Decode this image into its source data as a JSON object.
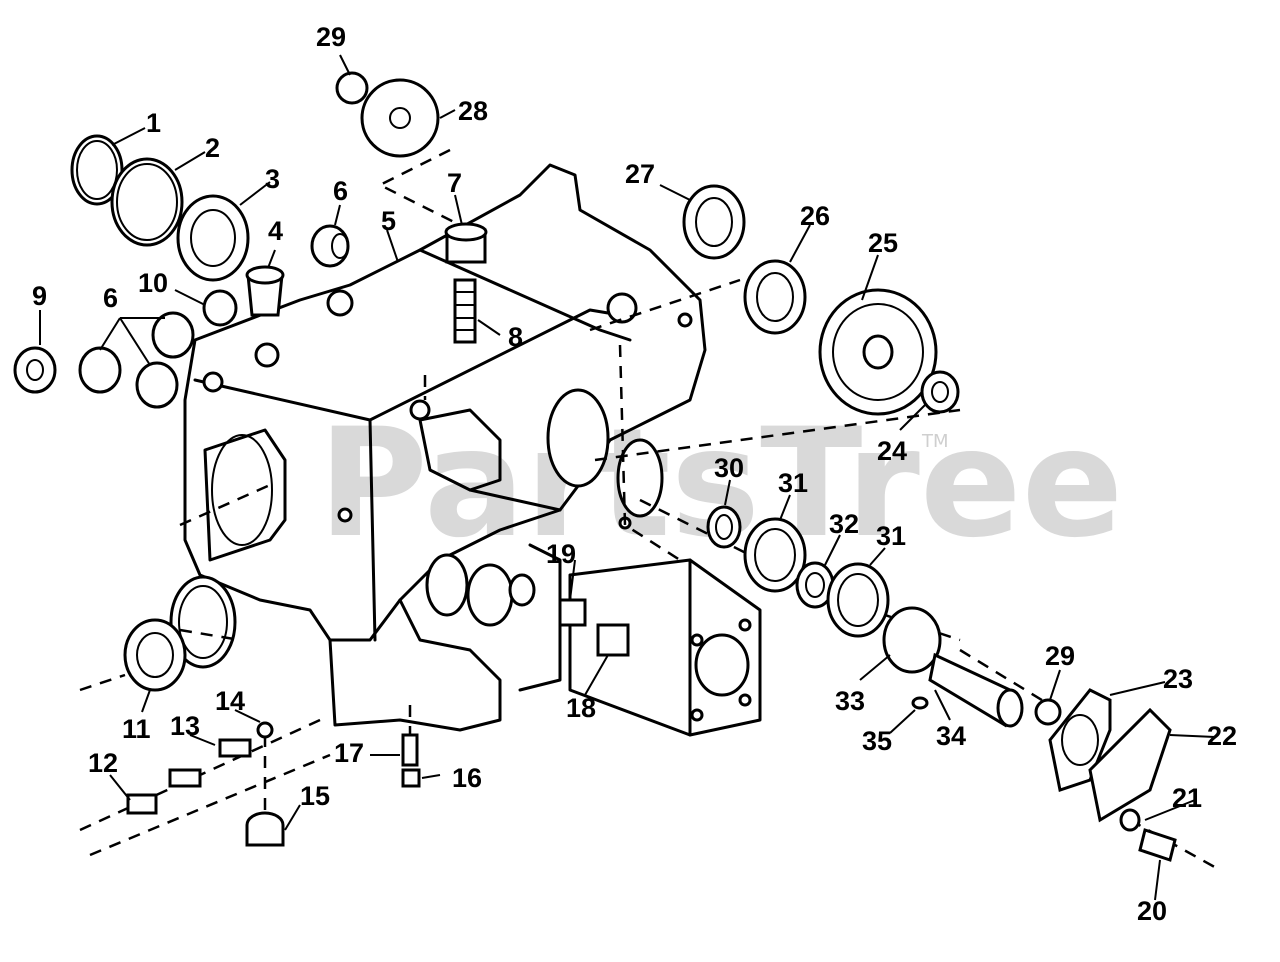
{
  "watermark": {
    "text": "PartsTree",
    "tm": "TM"
  },
  "callouts": {
    "c1": "1",
    "c2": "2",
    "c3": "3",
    "c4": "4",
    "c5": "5",
    "c6a": "6",
    "c6b": "6",
    "c7": "7",
    "c8": "8",
    "c9": "9",
    "c10": "10",
    "c11": "11",
    "c12": "12",
    "c13": "13",
    "c14": "14",
    "c15": "15",
    "c16": "16",
    "c17": "17",
    "c18": "18",
    "c19": "19",
    "c20": "20",
    "c21": "21",
    "c22": "22",
    "c23": "23",
    "c24": "24",
    "c25": "25",
    "c26": "26",
    "c27": "27",
    "c28": "28",
    "c29a": "29",
    "c29b": "29",
    "c30": "30",
    "c31a": "31",
    "c31b": "31",
    "c32": "32",
    "c33": "33",
    "c34": "34",
    "c35": "35"
  }
}
